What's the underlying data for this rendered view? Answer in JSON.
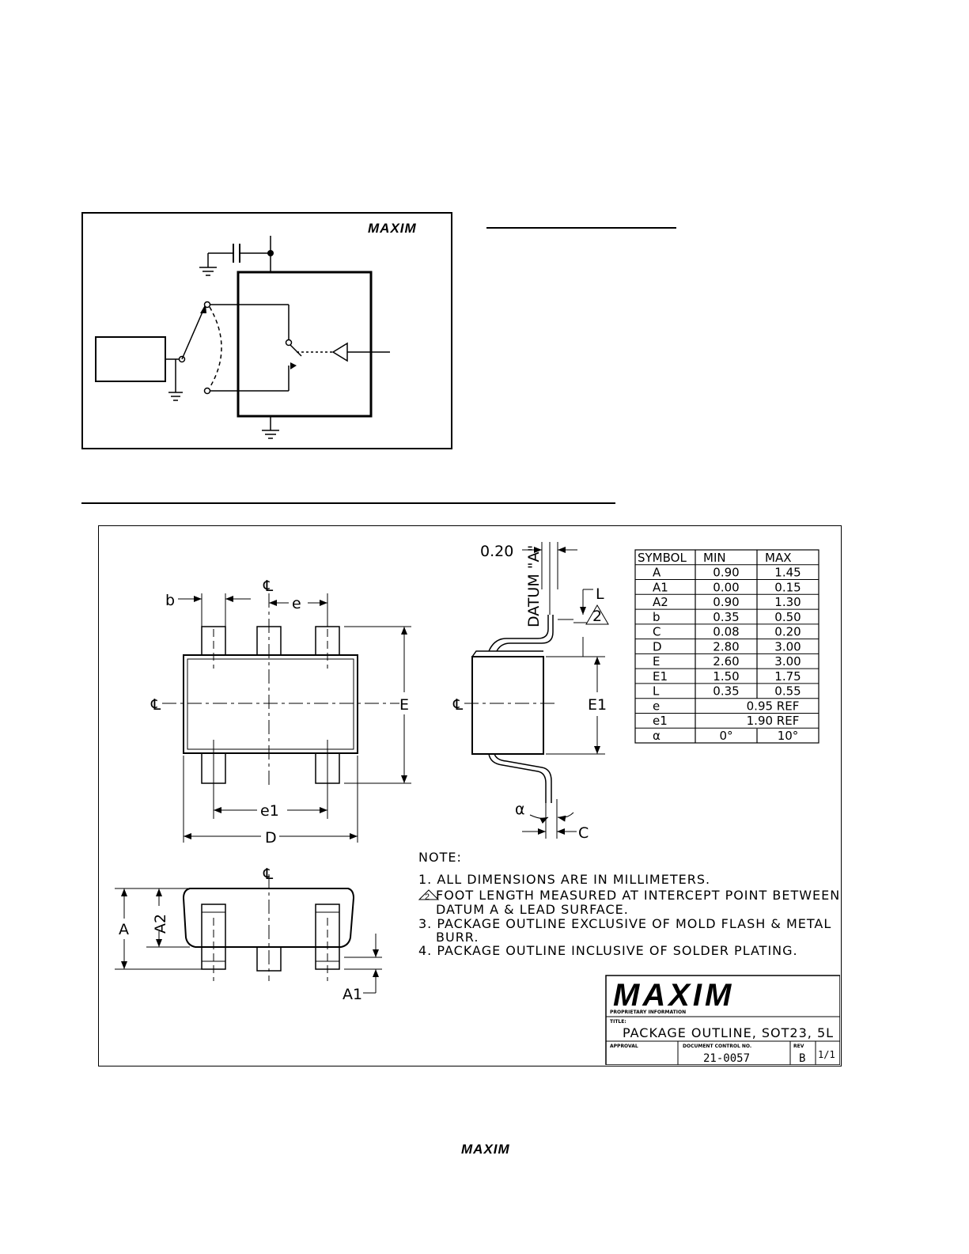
{
  "top_circuit": {
    "logo": "MAXIM"
  },
  "package_drawing": {
    "dims": {
      "b": "b",
      "e": "e",
      "e1": "e1",
      "D": "D",
      "E": "E",
      "E1": "E1",
      "A": "A",
      "A2": "A2",
      "A1": "A1",
      "C": "C",
      "alpha": "α",
      "tol": "0.20",
      "datum": "DATUM \"A\"",
      "L": "L",
      "cl": "℄",
      "note2_marker": "2"
    },
    "table": {
      "headers": [
        "SYMBOL",
        "MIN",
        "MAX"
      ],
      "rows": [
        [
          "A",
          "0.90",
          "1.45"
        ],
        [
          "A1",
          "0.00",
          "0.15"
        ],
        [
          "A2",
          "0.90",
          "1.30"
        ],
        [
          "b",
          "0.35",
          "0.50"
        ],
        [
          "C",
          "0.08",
          "0.20"
        ],
        [
          "D",
          "2.80",
          "3.00"
        ],
        [
          "E",
          "2.60",
          "3.00"
        ],
        [
          "E1",
          "1.50",
          "1.75"
        ],
        [
          "L",
          "0.35",
          "0.55"
        ],
        [
          "e",
          "0.95 REF",
          ""
        ],
        [
          "e1",
          "1.90 REF",
          ""
        ],
        [
          "α",
          "0°",
          "10°"
        ]
      ]
    },
    "notes": {
      "title": "NOTE:",
      "n1": "1. ALL DIMENSIONS ARE IN MILLIMETERS.",
      "n2a": "FOOT LENGTH MEASURED AT INTERCEPT POINT BETWEEN",
      "n2b": "DATUM A & LEAD SURFACE.",
      "n3a": "3. PACKAGE OUTLINE EXCLUSIVE OF MOLD FLASH & METAL",
      "n3b": "BURR.",
      "n4": "4. PACKAGE OUTLINE INCLUSIVE OF SOLDER PLATING."
    },
    "title_block": {
      "logo": "MAXIM",
      "proprietary": "PROPRIETARY INFORMATION",
      "title_label": "TITLE:",
      "title": "PACKAGE OUTLINE, SOT23, 5L",
      "approval_label": "APPROVAL",
      "doc_label": "DOCUMENT CONTROL NO.",
      "doc_no": "21-0057",
      "rev_label": "REV",
      "rev": "B",
      "sheet": "1/1"
    }
  },
  "footer": {
    "logo": "MAXIM"
  }
}
